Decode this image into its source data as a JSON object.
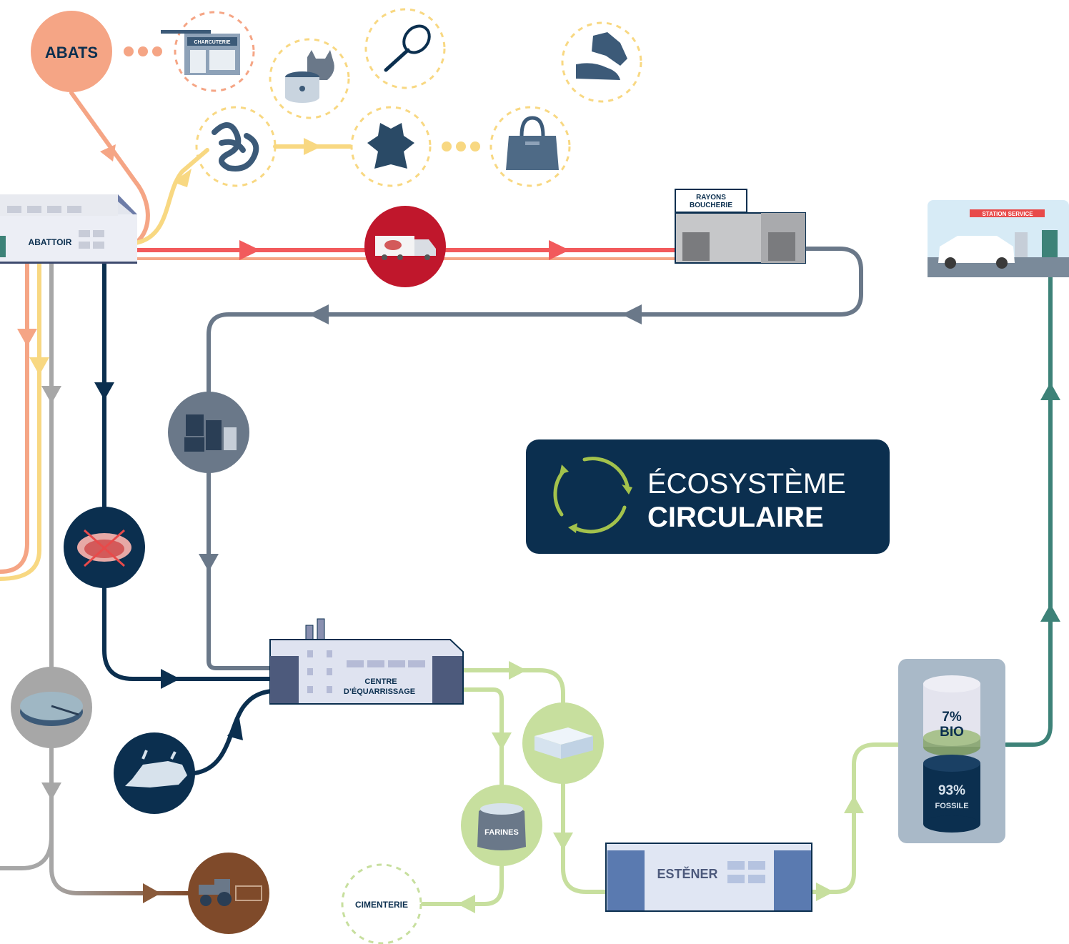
{
  "nodes": {
    "abats": "ABATS",
    "charcuterie": "CHARCUTERIE",
    "abattoir": "ABATTOIR",
    "rayons_line1": "RAYONS",
    "rayons_line2": "BOUCHERIE",
    "station_service": "STATION SERVICE",
    "equarrissage_line1": "CENTRE",
    "equarrissage_line2": "D’ÉQUARRISSAGE",
    "farines": "FARINES",
    "cimenterie": "CIMENTERIE",
    "estener": "ESTĔNER"
  },
  "title": {
    "line1": "ÉCOSYSTÈME",
    "line2": "CIRCULAIRE"
  },
  "fuel": {
    "bio_percent": "7%",
    "bio_label": "BIO",
    "fossile_percent": "93%",
    "fossile_label": "FOSSILE",
    "bio_share": 0.07,
    "fossile_share": 0.93
  },
  "colors": {
    "navy": "#0b2f4f",
    "abats_orange": "#f5a585",
    "cuir_yellow": "#f8d882",
    "viande_red": "#f25a5c",
    "gris_bleu": "#6a7889",
    "gris": "#a7a7a7",
    "vert_clair": "#c7df9e",
    "vert_sapin": "#3d8278",
    "terre": "#7f4a2a",
    "eco_green": "#a3c24c"
  },
  "icons": [
    "shop-icon",
    "cat-food-icon",
    "tennis-racket-icon",
    "glove-shoe-icon",
    "intestine-icon",
    "leather-hide-icon",
    "handbag-icon",
    "truck-icon",
    "bins-icon",
    "crossed-meat-icon",
    "lagoon-icon",
    "carcass-icon",
    "fat-block-icon",
    "flour-sack-icon",
    "tractor-icon",
    "recycle-icon",
    "car-icon"
  ]
}
